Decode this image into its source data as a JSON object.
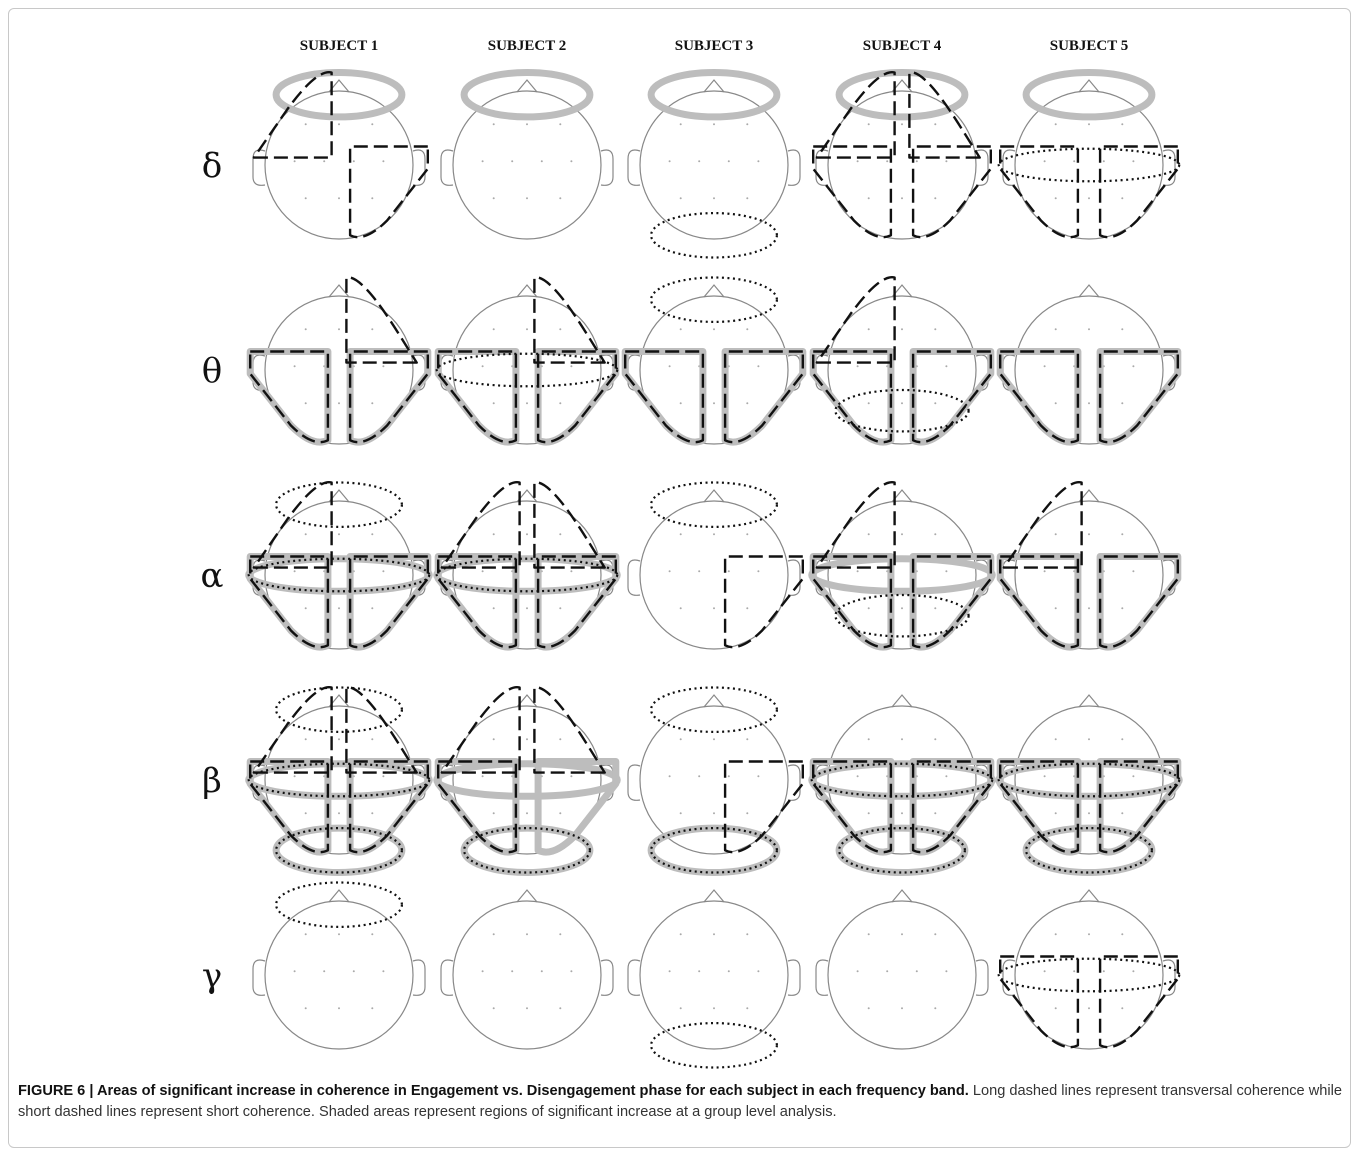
{
  "figure": {
    "columns": [
      "SUBJECT 1",
      "SUBJECT 2",
      "SUBJECT 3",
      "SUBJECT 4",
      "SUBJECT 5"
    ],
    "rows": [
      {
        "band": "δ",
        "subjects": [
          {
            "shaded": [
              "frontal"
            ],
            "short": [],
            "transversal": [
              "left-frontal",
              "right-posterior"
            ]
          },
          {
            "shaded": [
              "frontal"
            ],
            "short": [],
            "transversal": []
          },
          {
            "shaded": [
              "frontal"
            ],
            "short": [
              "occipital"
            ],
            "transversal": []
          },
          {
            "shaded": [
              "frontal"
            ],
            "short": [],
            "transversal": [
              "left-frontal",
              "right-frontal",
              "left-posterior",
              "right-posterior"
            ]
          },
          {
            "shaded": [
              "frontal"
            ],
            "short": [
              "temporal"
            ],
            "transversal": [
              "right-posterior",
              "left-posterior"
            ]
          }
        ]
      },
      {
        "band": "θ",
        "subjects": [
          {
            "shaded": [
              "left-posterior",
              "right-posterior"
            ],
            "short": [],
            "transversal": [
              "left-posterior",
              "right-posterior",
              "right-frontal"
            ]
          },
          {
            "shaded": [
              "left-posterior",
              "right-posterior"
            ],
            "short": [
              "temporal"
            ],
            "transversal": [
              "left-posterior",
              "right-posterior",
              "right-frontal"
            ]
          },
          {
            "shaded": [
              "left-posterior",
              "right-posterior"
            ],
            "short": [
              "frontal"
            ],
            "transversal": [
              "left-posterior",
              "right-posterior"
            ]
          },
          {
            "shaded": [
              "left-posterior",
              "right-posterior"
            ],
            "short": [
              "parietal"
            ],
            "transversal": [
              "left-posterior",
              "right-posterior",
              "left-frontal"
            ]
          },
          {
            "shaded": [
              "left-posterior",
              "right-posterior"
            ],
            "short": [],
            "transversal": [
              "left-posterior",
              "right-posterior"
            ]
          }
        ]
      },
      {
        "band": "α",
        "subjects": [
          {
            "shaded": [
              "temporal",
              "left-posterior",
              "right-posterior"
            ],
            "short": [
              "frontal",
              "temporal"
            ],
            "transversal": [
              "left-posterior",
              "right-posterior",
              "left-frontal"
            ]
          },
          {
            "shaded": [
              "temporal",
              "left-posterior",
              "right-posterior"
            ],
            "short": [
              "temporal"
            ],
            "transversal": [
              "left-posterior",
              "right-posterior",
              "left-frontal",
              "right-frontal"
            ]
          },
          {
            "shaded": [],
            "short": [
              "frontal"
            ],
            "transversal": [
              "right-posterior"
            ]
          },
          {
            "shaded": [
              "temporal",
              "left-posterior",
              "right-posterior"
            ],
            "short": [
              "parietal"
            ],
            "transversal": [
              "left-posterior",
              "right-posterior",
              "left-frontal"
            ]
          },
          {
            "shaded": [
              "left-posterior",
              "right-posterior"
            ],
            "short": [],
            "transversal": [
              "left-posterior",
              "right-posterior",
              "left-frontal"
            ]
          }
        ]
      },
      {
        "band": "β",
        "subjects": [
          {
            "shaded": [
              "temporal",
              "occipital",
              "left-posterior",
              "right-posterior"
            ],
            "short": [
              "frontal",
              "temporal",
              "occipital"
            ],
            "transversal": [
              "left-frontal",
              "right-frontal",
              "left-posterior",
              "right-posterior"
            ]
          },
          {
            "shaded": [
              "temporal",
              "occipital",
              "left-posterior",
              "right-posterior"
            ],
            "short": [
              "occipital"
            ],
            "transversal": [
              "left-frontal",
              "right-frontal",
              "left-posterior"
            ]
          },
          {
            "shaded": [
              "occipital"
            ],
            "short": [
              "frontal",
              "occipital"
            ],
            "transversal": [
              "right-posterior"
            ]
          },
          {
            "shaded": [
              "temporal",
              "occipital",
              "left-posterior",
              "right-posterior"
            ],
            "short": [
              "temporal",
              "occipital"
            ],
            "transversal": [
              "left-posterior",
              "right-posterior"
            ]
          },
          {
            "shaded": [
              "temporal",
              "occipital",
              "left-posterior",
              "right-posterior"
            ],
            "short": [
              "temporal",
              "occipital"
            ],
            "transversal": [
              "left-posterior",
              "right-posterior"
            ]
          }
        ]
      },
      {
        "band": "γ",
        "subjects": [
          {
            "shaded": [],
            "short": [
              "frontal"
            ],
            "transversal": []
          },
          {
            "shaded": [],
            "short": [],
            "transversal": []
          },
          {
            "shaded": [],
            "short": [
              "occipital"
            ],
            "transversal": []
          },
          {
            "shaded": [],
            "short": [],
            "transversal": []
          },
          {
            "shaded": [],
            "short": [
              "temporal"
            ],
            "transversal": [
              "left-posterior",
              "right-posterior"
            ]
          }
        ]
      }
    ]
  },
  "caption": {
    "figure_label": "FIGURE 6 | Areas of significant increase in coherence in Engagement vs. Disengagement phase for each subject in each frequency band.",
    "text": " Long dashed lines represent transversal coherence while short dashed lines represent short coherence. Shaded areas represent regions of significant increase at a group level analysis."
  }
}
